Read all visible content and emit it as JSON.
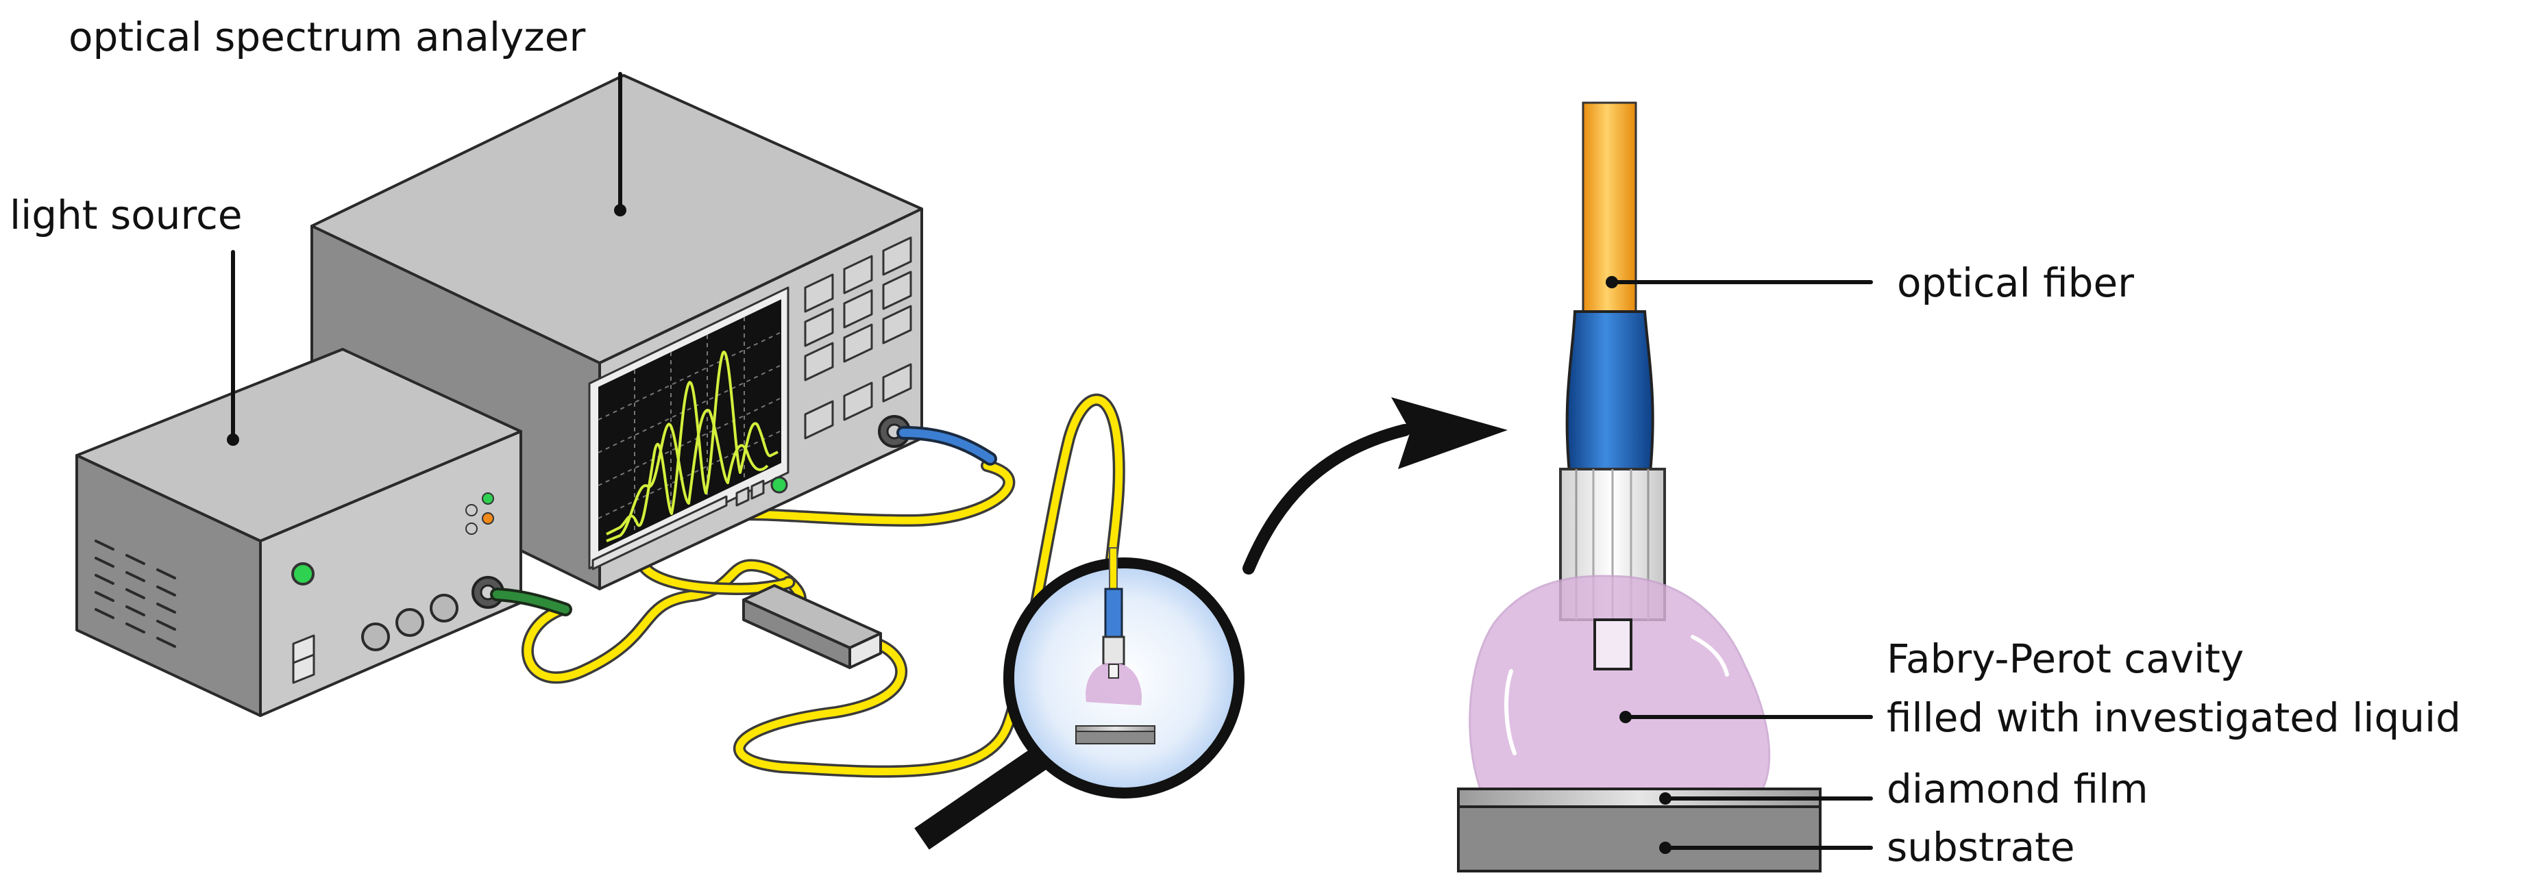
{
  "labels": {
    "optical_spectrum_analyzer": "optical spectrum analyzer",
    "light_source": "light source",
    "optical_fiber": "optical fiber",
    "fabry_perot_line1": "Fabry-Perot cavity",
    "fabry_perot_line2": "filled with investigated liquid",
    "diamond_film": "diamond film",
    "substrate": "substrate"
  },
  "colors": {
    "fiber_yellow": "#ffe600",
    "fiber_core_orange": "#f4a81e",
    "connector_blue": "#1f5fae",
    "connector_green": "#2e8b3a",
    "liquid_pink": "#d9b3dc",
    "screen_trace": "#d4ef3c",
    "screen_background": "#111111",
    "device_gray": "#8e8e8e",
    "lens_blue": "#cfe1f7"
  },
  "icons": {
    "analyzer": "spectrum-analyzer-device",
    "source": "light-source-device",
    "magnifier": "magnifying-glass-icon",
    "arrow": "curved-arrow-icon",
    "coupler": "fiber-coupler-box"
  }
}
